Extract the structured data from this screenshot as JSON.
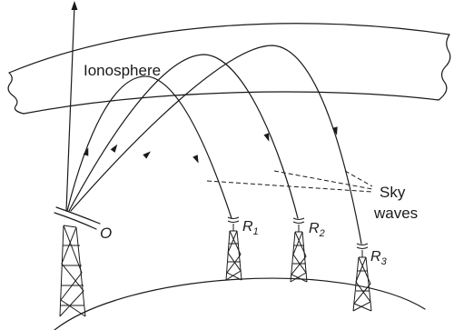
{
  "labels": {
    "layer": "Ionosphere",
    "transmitter": "O",
    "receivers": [
      {
        "letter": "R",
        "sub": "1"
      },
      {
        "letter": "R",
        "sub": "2"
      },
      {
        "letter": "R",
        "sub": "3"
      }
    ],
    "waves_line1": "Sky",
    "waves_line2": "waves"
  }
}
